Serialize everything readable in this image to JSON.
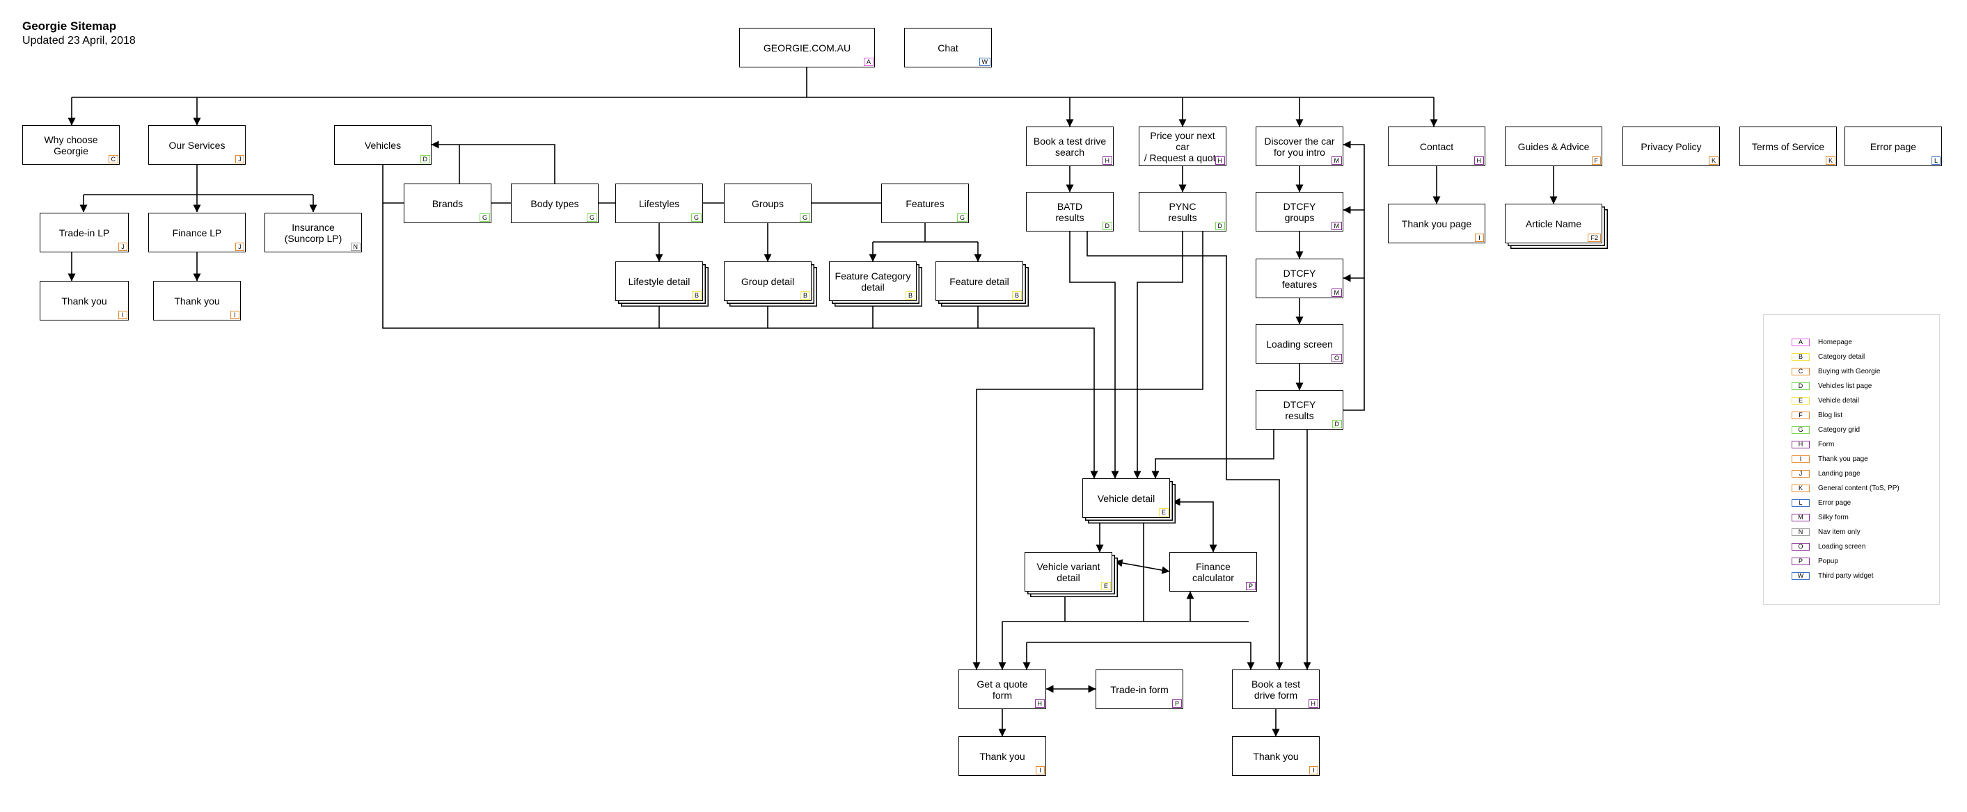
{
  "header": {
    "title": "Georgie Sitemap",
    "subtitle": "Updated 23 April, 2018"
  },
  "nodes": {
    "home": {
      "label": "GEORGIE.COM.AU",
      "tag": "A"
    },
    "chat": {
      "label": "Chat",
      "tag": "W"
    },
    "why": {
      "label": "Why choose\nGeorgie",
      "tag": "C"
    },
    "services": {
      "label": "Our Services",
      "tag": "J"
    },
    "vehicles": {
      "label": "Vehicles",
      "tag": "D"
    },
    "tradein_lp": {
      "label": "Trade-in LP",
      "tag": "J"
    },
    "finance_lp": {
      "label": "Finance LP",
      "tag": "J"
    },
    "insurance": {
      "label": "Insurance\n(Suncorp LP)",
      "tag": "N"
    },
    "thanks_tradein": {
      "label": "Thank you",
      "tag": "I"
    },
    "thanks_finance": {
      "label": "Thank you",
      "tag": "I"
    },
    "brands": {
      "label": "Brands",
      "tag": "G"
    },
    "bodytypes": {
      "label": "Body types",
      "tag": "G"
    },
    "lifestyles": {
      "label": "Lifestyles",
      "tag": "G"
    },
    "groups": {
      "label": "Groups",
      "tag": "G"
    },
    "features": {
      "label": "Features",
      "tag": "G"
    },
    "lifestyle_detail": {
      "label": "Lifestyle detail",
      "tag": "B"
    },
    "group_detail": {
      "label": "Group detail",
      "tag": "B"
    },
    "feature_cat_detail": {
      "label": "Feature Category\ndetail",
      "tag": "B"
    },
    "feature_detail": {
      "label": "Feature detail",
      "tag": "B"
    },
    "book_search": {
      "label": "Book a test drive\nsearch",
      "tag": "H"
    },
    "price_car": {
      "label": "Price your next car\n/ Request a quote",
      "tag": "H"
    },
    "discover": {
      "label": "Discover the car\nfor you intro",
      "tag": "M"
    },
    "contact": {
      "label": "Contact",
      "tag": "H"
    },
    "guides": {
      "label": "Guides & Advice",
      "tag": "F"
    },
    "privacy": {
      "label": "Privacy Policy",
      "tag": "K"
    },
    "terms": {
      "label": "Terms of Service",
      "tag": "K"
    },
    "error": {
      "label": "Error page",
      "tag": "L"
    },
    "batd_results": {
      "label": "BATD\nresults",
      "tag": "D"
    },
    "pync_results": {
      "label": "PYNC\nresults",
      "tag": "D"
    },
    "dtcfy_groups": {
      "label": "DTCFY\ngroups",
      "tag": "M"
    },
    "dtcfy_features": {
      "label": "DTCFY\nfeatures",
      "tag": "M"
    },
    "loading": {
      "label": "Loading screen",
      "tag": "O"
    },
    "dtcfy_results": {
      "label": "DTCFY\nresults",
      "tag": "D"
    },
    "thanks_contact": {
      "label": "Thank you page",
      "tag": "I"
    },
    "article": {
      "label": "Article Name",
      "tag": "F2"
    },
    "vehicle_detail": {
      "label": "Vehicle detail",
      "tag": "E"
    },
    "variant_detail": {
      "label": "Vehicle variant\ndetail",
      "tag": "E"
    },
    "finance_calc": {
      "label": "Finance\ncalculator",
      "tag": "P"
    },
    "quote_form": {
      "label": "Get a quote\nform",
      "tag": "H"
    },
    "tradein_form": {
      "label": "Trade-in form",
      "tag": "P"
    },
    "testdrive_form": {
      "label": "Book a test\ndrive form",
      "tag": "H"
    },
    "thanks_quote": {
      "label": "Thank you",
      "tag": "I"
    },
    "thanks_testdrive": {
      "label": "Thank you",
      "tag": "I"
    }
  },
  "tag_colors": {
    "A": "#e05ce0",
    "B": "#f2e24a",
    "C": "#e58a2e",
    "D": "#7ed957",
    "E": "#f2e24a",
    "F": "#e58a2e",
    "F2": "#e58a2e",
    "G": "#7ed957",
    "H": "#8b2f97",
    "I": "#e58a2e",
    "J": "#e58a2e",
    "K": "#e58a2e",
    "L": "#3a73c9",
    "M": "#8b2f97",
    "N": "#999999",
    "O": "#8b2f97",
    "P": "#8b2f97",
    "W": "#3a73c9"
  },
  "legend": [
    {
      "key": "A",
      "label": "Homepage"
    },
    {
      "key": "B",
      "label": "Category detail"
    },
    {
      "key": "C",
      "label": "Buying with Georgie"
    },
    {
      "key": "D",
      "label": "Vehicles list page"
    },
    {
      "key": "E",
      "label": "Vehicle detail"
    },
    {
      "key": "F",
      "label": "Blog list"
    },
    {
      "key": "G",
      "label": "Category grid"
    },
    {
      "key": "H",
      "label": "Form"
    },
    {
      "key": "I",
      "label": "Thank you page"
    },
    {
      "key": "J",
      "label": "Landing page"
    },
    {
      "key": "K",
      "label": "General content (ToS, PP)"
    },
    {
      "key": "L",
      "label": "Error page"
    },
    {
      "key": "M",
      "label": "Silky form"
    },
    {
      "key": "N",
      "label": "Nav item only"
    },
    {
      "key": "O",
      "label": "Loading screen"
    },
    {
      "key": "P",
      "label": "Popup"
    },
    {
      "key": "W",
      "label": "Third party widget"
    }
  ]
}
